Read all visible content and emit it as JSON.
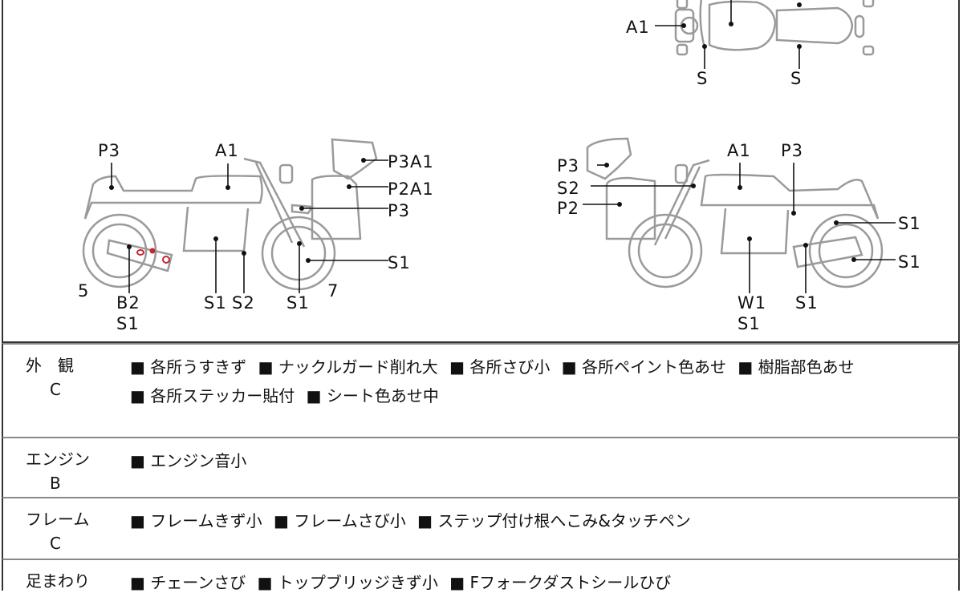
{
  "diagram": {
    "top_view": {
      "labels": [
        "A1",
        "S",
        "S"
      ]
    },
    "left_side": {
      "labels": [
        "P3",
        "A1",
        "P3A1",
        "P2A1",
        "P3",
        "S1",
        "5",
        "B2",
        "S1",
        "S1",
        "S2",
        "S1",
        "7"
      ]
    },
    "right_side": {
      "labels": [
        "P3",
        "S2",
        "P2",
        "A1",
        "P3",
        "S1",
        "S1",
        "W1",
        "S1",
        "S1"
      ]
    }
  },
  "rows": [
    {
      "category": "外　観",
      "grade": "C",
      "items": [
        "各所うすきず",
        "ナックルガード削れ大",
        "各所さび小",
        "各所ペイント色あせ",
        "樹脂部色あせ",
        "各所ステッカー貼付",
        "シート色あせ中"
      ]
    },
    {
      "category": "エンジン",
      "grade": "B",
      "items": [
        "エンジン音小"
      ]
    },
    {
      "category": "フレーム",
      "grade": "C",
      "items": [
        "フレームきず小",
        "フレームさび小",
        "ステップ付け根へこみ&タッチペン"
      ]
    },
    {
      "category": "足まわり",
      "grade": "",
      "items": [
        "チェーンさび",
        "トップブリッジきず小",
        "Fフォークダストシールひび"
      ]
    }
  ],
  "bullet": "■",
  "colors": {
    "line": "#999999",
    "marker": "#111111",
    "damage": "#c0282d"
  }
}
